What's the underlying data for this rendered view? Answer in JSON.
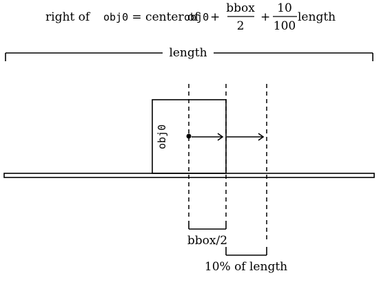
{
  "formula": {
    "lhs_prefix": "right of ",
    "lhs_obj": "obj0",
    "equals_center": " = center of ",
    "rhs_obj": "obj0",
    "plus1": "+",
    "frac1_num": "bbox",
    "frac1_den": "2",
    "plus2": "+",
    "frac2_num": "10",
    "frac2_den": "100",
    "suffix": "length"
  },
  "top_bracket_label": "length",
  "object_label": "obj0",
  "bottom_labels": {
    "half_bbox": "bbox/2",
    "ten_percent": "10% of length"
  },
  "colors": {
    "ink": "#000000",
    "background": "#ffffff"
  }
}
